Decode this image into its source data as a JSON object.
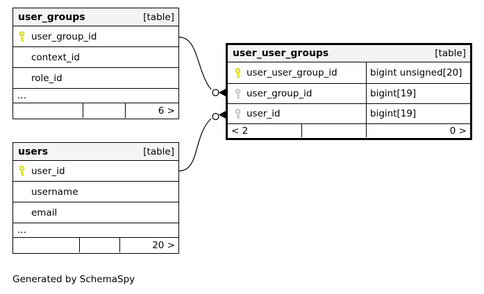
{
  "footer": {
    "text": "Generated by SchemaSpy"
  },
  "colors": {
    "header_bg": "#f4f4f4",
    "row_bg": "#ffffff",
    "border": "#000000",
    "pk_key": "#dcdc00",
    "fk_key": "#c6c6c6"
  },
  "icons": {
    "primary_key": "yellow-key-icon",
    "foreign_key": "gray-key-icon"
  },
  "tables": {
    "user_groups": {
      "title": "user_groups",
      "badge": "[table]",
      "columns": [
        {
          "name": "user_group_id",
          "key": "primary"
        },
        {
          "name": "context_id",
          "key": ""
        },
        {
          "name": "role_id",
          "key": ""
        }
      ],
      "ellipsis": "...",
      "stats": {
        "left": "",
        "middle": "",
        "right": "6 >"
      }
    },
    "users": {
      "title": "users",
      "badge": "[table]",
      "columns": [
        {
          "name": "user_id",
          "key": "primary"
        },
        {
          "name": "username",
          "key": ""
        },
        {
          "name": "email",
          "key": ""
        }
      ],
      "ellipsis": "...",
      "stats": {
        "left": "",
        "middle": "",
        "right": "20 >"
      }
    },
    "user_user_groups": {
      "title": "user_user_groups",
      "badge": "[table]",
      "columns": [
        {
          "name": "user_user_group_id",
          "type": "bigint unsigned[20]",
          "key": "primary"
        },
        {
          "name": "user_group_id",
          "type": "bigint[19]",
          "key": "foreign"
        },
        {
          "name": "user_id",
          "type": "bigint[19]",
          "key": "foreign"
        }
      ],
      "stats": {
        "left": "< 2",
        "middle": "",
        "right": "0 >"
      }
    }
  },
  "relationships": [
    {
      "from": "user_groups.user_group_id",
      "to": "user_user_groups.user_group_id"
    },
    {
      "from": "users.user_id",
      "to": "user_user_groups.user_id"
    }
  ]
}
